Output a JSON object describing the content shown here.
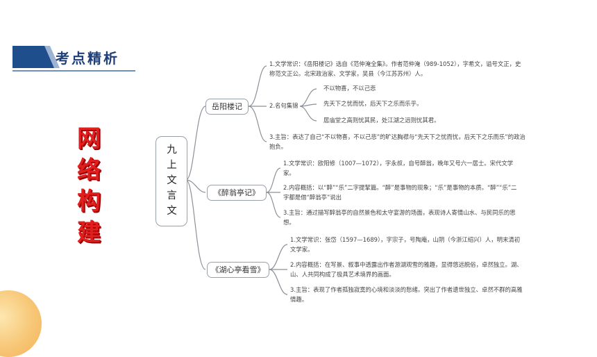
{
  "header": {
    "title": "考点精析"
  },
  "vertical_title": [
    "网",
    "络",
    "构",
    "建"
  ],
  "colors": {
    "accent_blue": "#1f4e8c",
    "title_red": "#e02020",
    "line_gray": "#8a9099"
  },
  "root": {
    "chars": [
      "九",
      "上",
      "文",
      "言",
      "文"
    ]
  },
  "branches": {
    "yueyang": {
      "title": "岳阳楼记",
      "item1": "1.文学常识：《岳阳楼记》选自《范仲淹全集》。作者范仲淹（989-1052），字希文，谥号文正，史称范文正公。北宋政治家、文学家，吴县（今江苏苏州）人。",
      "item2_label": "2.名句集锦",
      "quotes": [
        "不以物喜，不以己悲",
        "先天下之忧而忧，后天下之乐而乐乎。",
        "居庙堂之高则忧其民，处江湖之远则忧其君。"
      ],
      "item3": "3.主旨：表达了自己“不以物喜，不以己悲”的旷达胸襟与“先天下之忧而忧，后天下之乐而乐”的政治抱负。"
    },
    "zuiweng": {
      "title": "《醉翁亭记》",
      "item1": "1.文学常识：欧阳修（1007—1072），字永叔，自号醉翁，晚年又号六一居士。宋代文学家。",
      "item2": "2.内容概括：以“醉”“乐”二字提挈篇。“醉”是事物的现象；“乐”是事物的本质。“醉”“乐”二字都是借“醉翁亭”说出",
      "item3": "3.主旨：通过描写醉翁亭的自然景色和太守宴游的场面，表现诗人寄情山水、与民同乐的思想。"
    },
    "huxin": {
      "title": "《湖心亭看雪》",
      "item1": "1.文学常识：张岱（1597—1689），字宗子，号陶庵，山阴（今浙江绍兴）人，明末清初文学家。",
      "item2": "2.内容概括：在写景、叙事中透露出作者游湖观雪的雅趣，显得悠远脱俗，卓然独立。湖、山、人共同构成了极具艺术境界的画面。",
      "item3": "3.主旨：表现了作者孤独寂寞的心境和淡淡的愁绪。突出了作者遗世独立、卓然不群的高雅情趣。"
    }
  }
}
